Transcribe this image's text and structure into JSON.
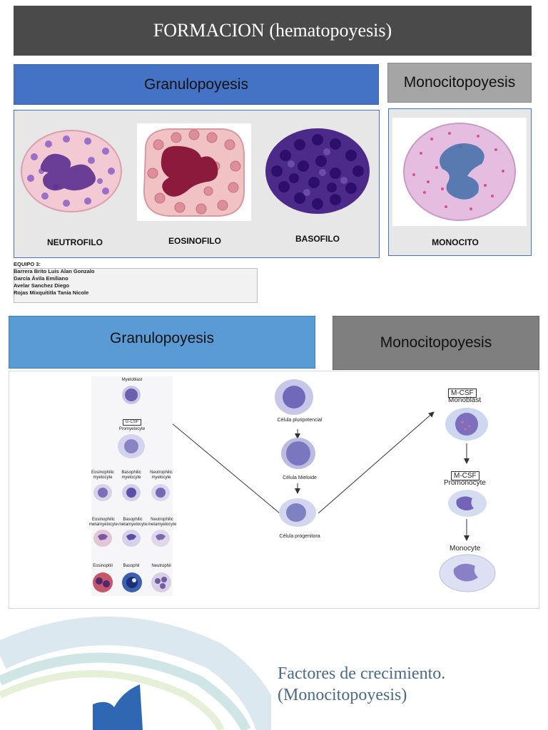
{
  "title": "FORMACION (hematopoyesis)",
  "section1": {
    "granulo_header": "Granulopoyesis",
    "mono_header": "Monocitopoyesis",
    "cells": [
      {
        "label": "NEUTROFILO"
      },
      {
        "label": "EOSINOFILO"
      },
      {
        "label": "BASOFILO"
      }
    ],
    "monocyte_label": "MONOCITO"
  },
  "team": {
    "heading": "EQUIPO 3:",
    "members": [
      "Barrera Brito Luis Alan Gonzalo",
      "García Ávila Emiliano",
      "Avelar Sanchez Diego",
      "Rojas Mixquititla Tania Nicole"
    ]
  },
  "section2": {
    "granulo_header": "Granulopoyesis",
    "mono_header": "Monocitopoyesis",
    "left_chart": {
      "myeloblast": "Myeloblast",
      "gcsf": "G-CSF",
      "promyelocyte": "Promyelocyte",
      "myelocytes": [
        "Eosinophilic myelocyte",
        "Basophilic myelocyte",
        "Neutrophilic myelocyte"
      ],
      "metamyelocytes": [
        "Eosinophilic metamyelocyte",
        "Basophilic metamyelocyte",
        "Neutrophilic metamyelocyte"
      ],
      "mature": [
        "Eosinophil",
        "Basophil",
        "Neutrophil"
      ]
    },
    "center": {
      "pluri": "Célula pluripotencial",
      "mieloide": "Célula Mieloide",
      "progenitora": "Célula progenitora"
    },
    "right_chart": {
      "csf1": "M-CSF",
      "monoblast": "Monoblast",
      "csf2": "M-CSF",
      "promonocyte": "Promonocyte",
      "monocyte": "Monocyte"
    }
  },
  "factores": {
    "line1": "Factores de crecimiento.",
    "line2": "(Monocitopoyesis)"
  }
}
